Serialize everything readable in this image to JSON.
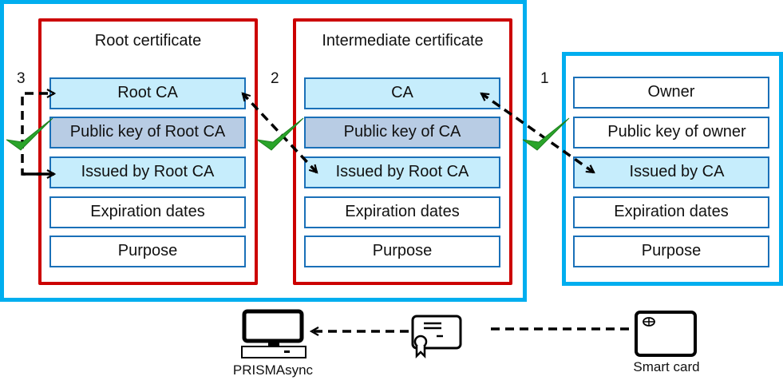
{
  "chain_box": {
    "root_certificate": {
      "title": "Root certificate",
      "fields": [
        "Root CA",
        "Public key of Root CA",
        "Issued by Root CA",
        "Expiration dates",
        "Purpose"
      ]
    },
    "intermediate_certificate": {
      "title": "Intermediate certificate",
      "fields": [
        "CA",
        "Public key of CA",
        "Issued by Root CA",
        "Expiration dates",
        "Purpose"
      ]
    }
  },
  "owner_certificate": {
    "fields": [
      "Owner",
      "Public key of owner",
      "Issued by CA",
      "Expiration dates",
      "Purpose"
    ]
  },
  "steps": [
    "1",
    "2",
    "3"
  ],
  "devices": {
    "printer_label": "PRISMAsync",
    "card_label": "Smart card"
  },
  "icons": {
    "check": "checkmark-icon",
    "monitor": "monitor-icon",
    "certificate": "certificate-icon",
    "smart_card": "smart-card-icon"
  },
  "colors": {
    "outer_border": "#00AEEF",
    "cert_border": "#CC0000",
    "field_border": "#1A70B8",
    "field_highlight": "#C6EDFC",
    "field_key": "#B8CCE4",
    "check": "#2AA52A"
  }
}
